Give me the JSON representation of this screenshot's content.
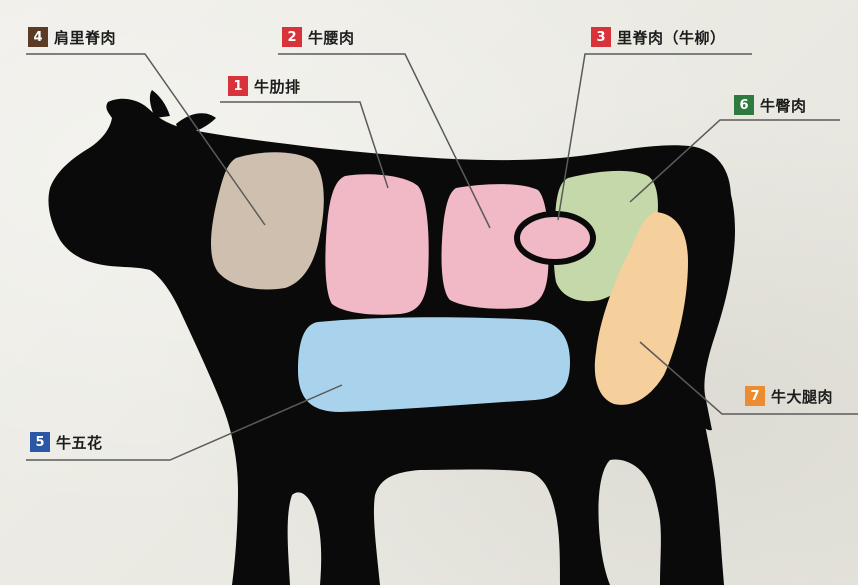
{
  "parts": [
    {
      "id": "4",
      "name": "肩里脊肉",
      "color": "#5b3a26"
    },
    {
      "id": "2",
      "name": "牛腰肉",
      "color": "#d8323a"
    },
    {
      "id": "3",
      "name": "里脊肉（牛柳）",
      "color": "#d8323a"
    },
    {
      "id": "1",
      "name": "牛肋排",
      "color": "#d8323a"
    },
    {
      "id": "6",
      "name": "牛臀肉",
      "color": "#2f7a3e"
    },
    {
      "id": "5",
      "name": "牛五花",
      "color": "#2b58a6"
    },
    {
      "id": "7",
      "name": "牛大腿肉",
      "color": "#ea8c2f"
    }
  ],
  "region_colors": {
    "chuck": "#cfbfae",
    "rib": "#f1b8c6",
    "loin": "#f1b8c6",
    "tenderloin": "#f1b8c6",
    "rump": "#c5d8a9",
    "brisket": "#a9d3ec",
    "thigh": "#f5cf9c",
    "cow": "#0a0a0a",
    "leader": "#5a5a5a"
  }
}
